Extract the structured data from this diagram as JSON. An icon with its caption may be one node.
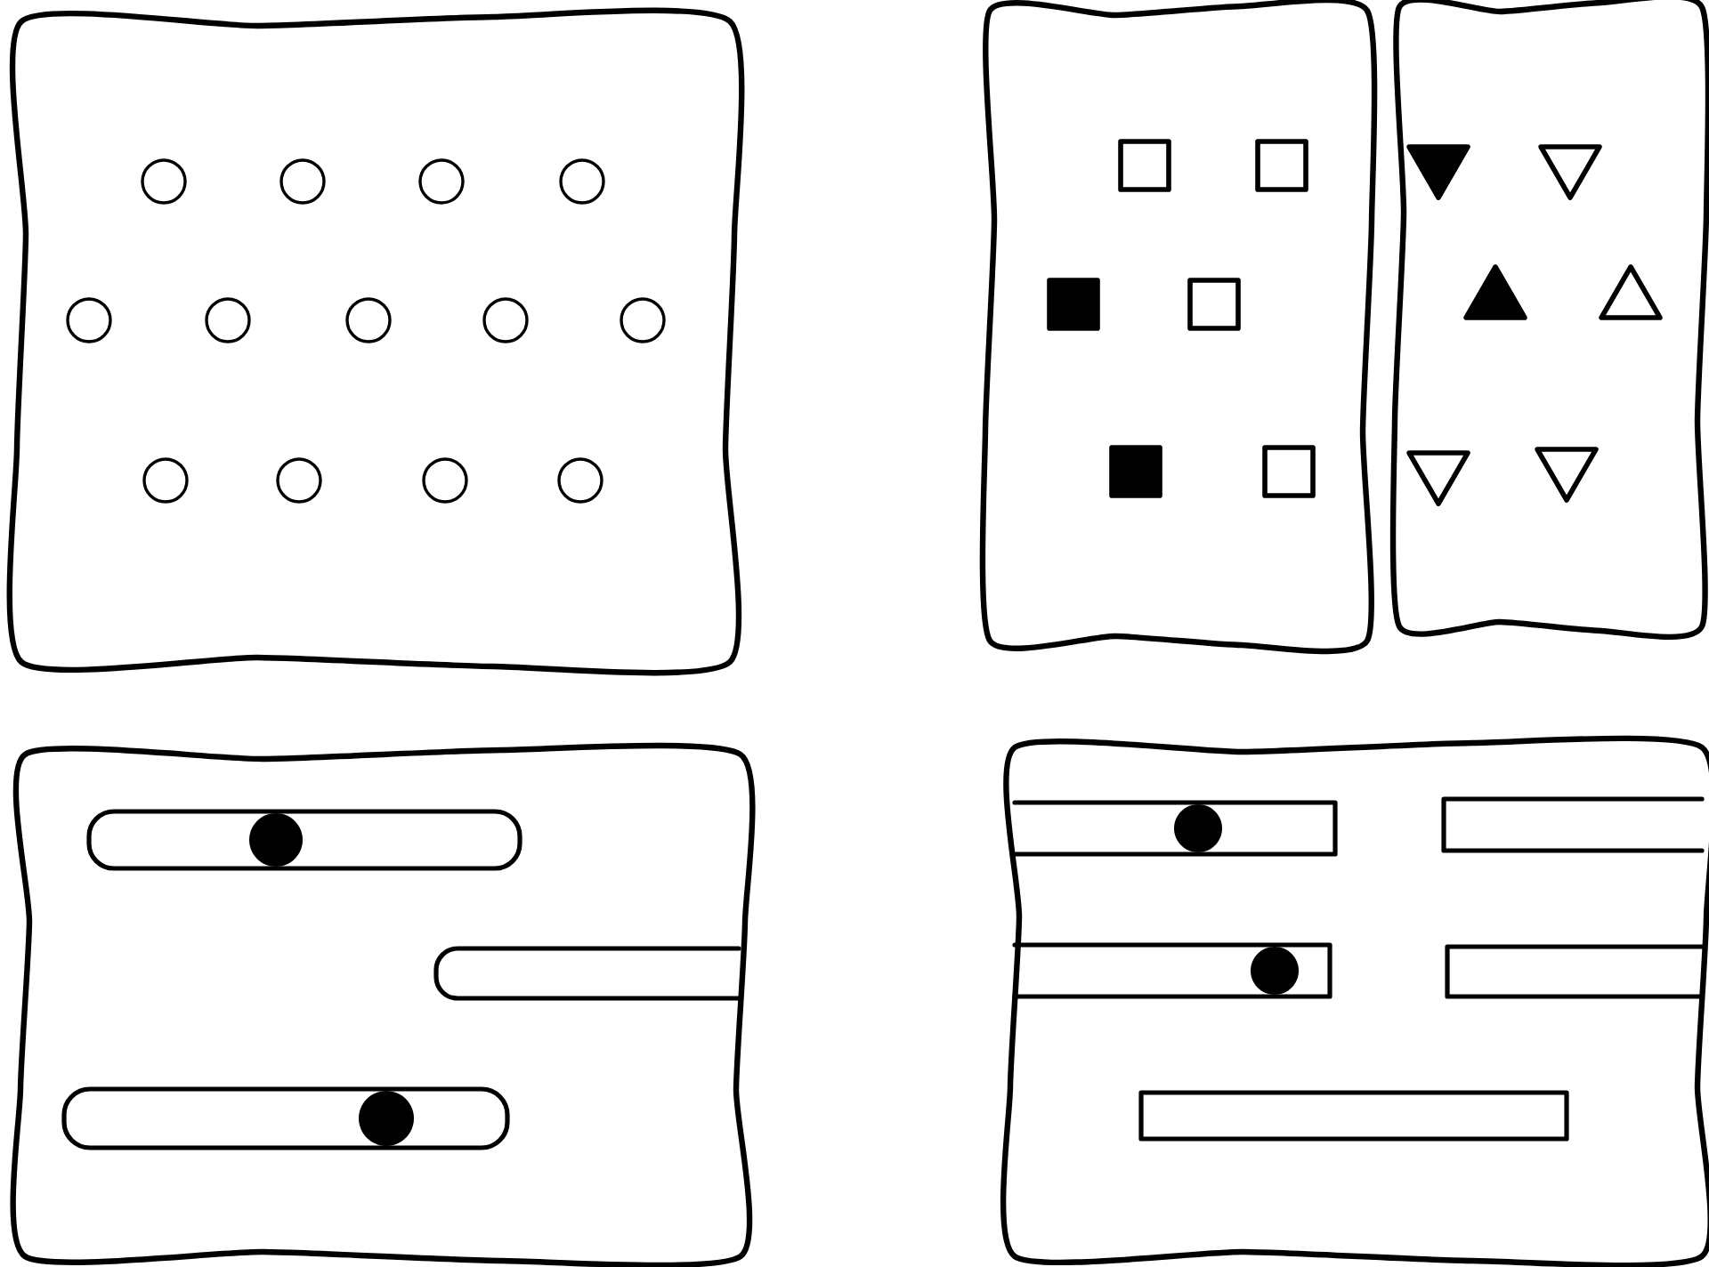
{
  "diagram": {
    "nodes": [
      {
        "text": [],
        "shape": "box"
      },
      {
        "text": [],
        "shape": "circle",
        "in": 0
      },
      {
        "text": [],
        "shape": "circle",
        "in": 0
      },
      {
        "text": [],
        "shape": "circle",
        "in": 0
      },
      {
        "text": [],
        "shape": "circle",
        "in": 0
      },
      {
        "text": [],
        "shape": "circle",
        "in": 0
      },
      {
        "text": [],
        "shape": "circle",
        "in": 0
      },
      {
        "text": [],
        "shape": "circle",
        "in": 0
      },
      {
        "text": [],
        "shape": "circle",
        "in": 0
      },
      {
        "text": [],
        "shape": "circle",
        "in": 0
      },
      {
        "text": [],
        "shape": "circle",
        "in": 0
      },
      {
        "text": [],
        "shape": "circle",
        "in": 0
      },
      {
        "text": [],
        "shape": "circle",
        "in": 0
      },
      {
        "text": [],
        "shape": "circle",
        "in": 0
      },
      {
        "text": [],
        "shape": "box"
      },
      {
        "text": [],
        "shape": "box",
        "in": 14
      },
      {
        "text": [],
        "shape": "box",
        "in": 14
      },
      {
        "text": [],
        "shape": "box",
        "in": 14
      },
      {
        "text": [],
        "shape": "box",
        "in": 14
      },
      {
        "text": [],
        "shape": "box",
        "in": 14
      },
      {
        "text": [],
        "shape": "box",
        "in": 14
      },
      {
        "text": [],
        "shape": "box"
      },
      {
        "text": [],
        "shape": "triangle",
        "in": 21
      },
      {
        "text": [],
        "shape": "triangle",
        "in": 21
      },
      {
        "text": [],
        "shape": "triangle",
        "in": 21
      },
      {
        "text": [],
        "shape": "triangle",
        "in": 21
      },
      {
        "text": [],
        "shape": "triangle",
        "in": 21
      },
      {
        "text": [],
        "shape": "triangle",
        "in": 21
      },
      {
        "text": [],
        "shape": "box"
      },
      {
        "text": [],
        "shape": "bar",
        "in": 28
      },
      {
        "text": [],
        "shape": "bar",
        "in": 28
      },
      {
        "text": [],
        "shape": "bar",
        "in": 28
      },
      {
        "text": [],
        "shape": "box"
      },
      {
        "text": [],
        "shape": "bar",
        "in": 32
      },
      {
        "text": [],
        "shape": "bar",
        "in": 32
      },
      {
        "text": [],
        "shape": "bar",
        "in": 32
      },
      {
        "text": [],
        "shape": "bar",
        "in": 32
      },
      {
        "text": [],
        "shape": "bar",
        "in": 32
      }
    ]
  }
}
